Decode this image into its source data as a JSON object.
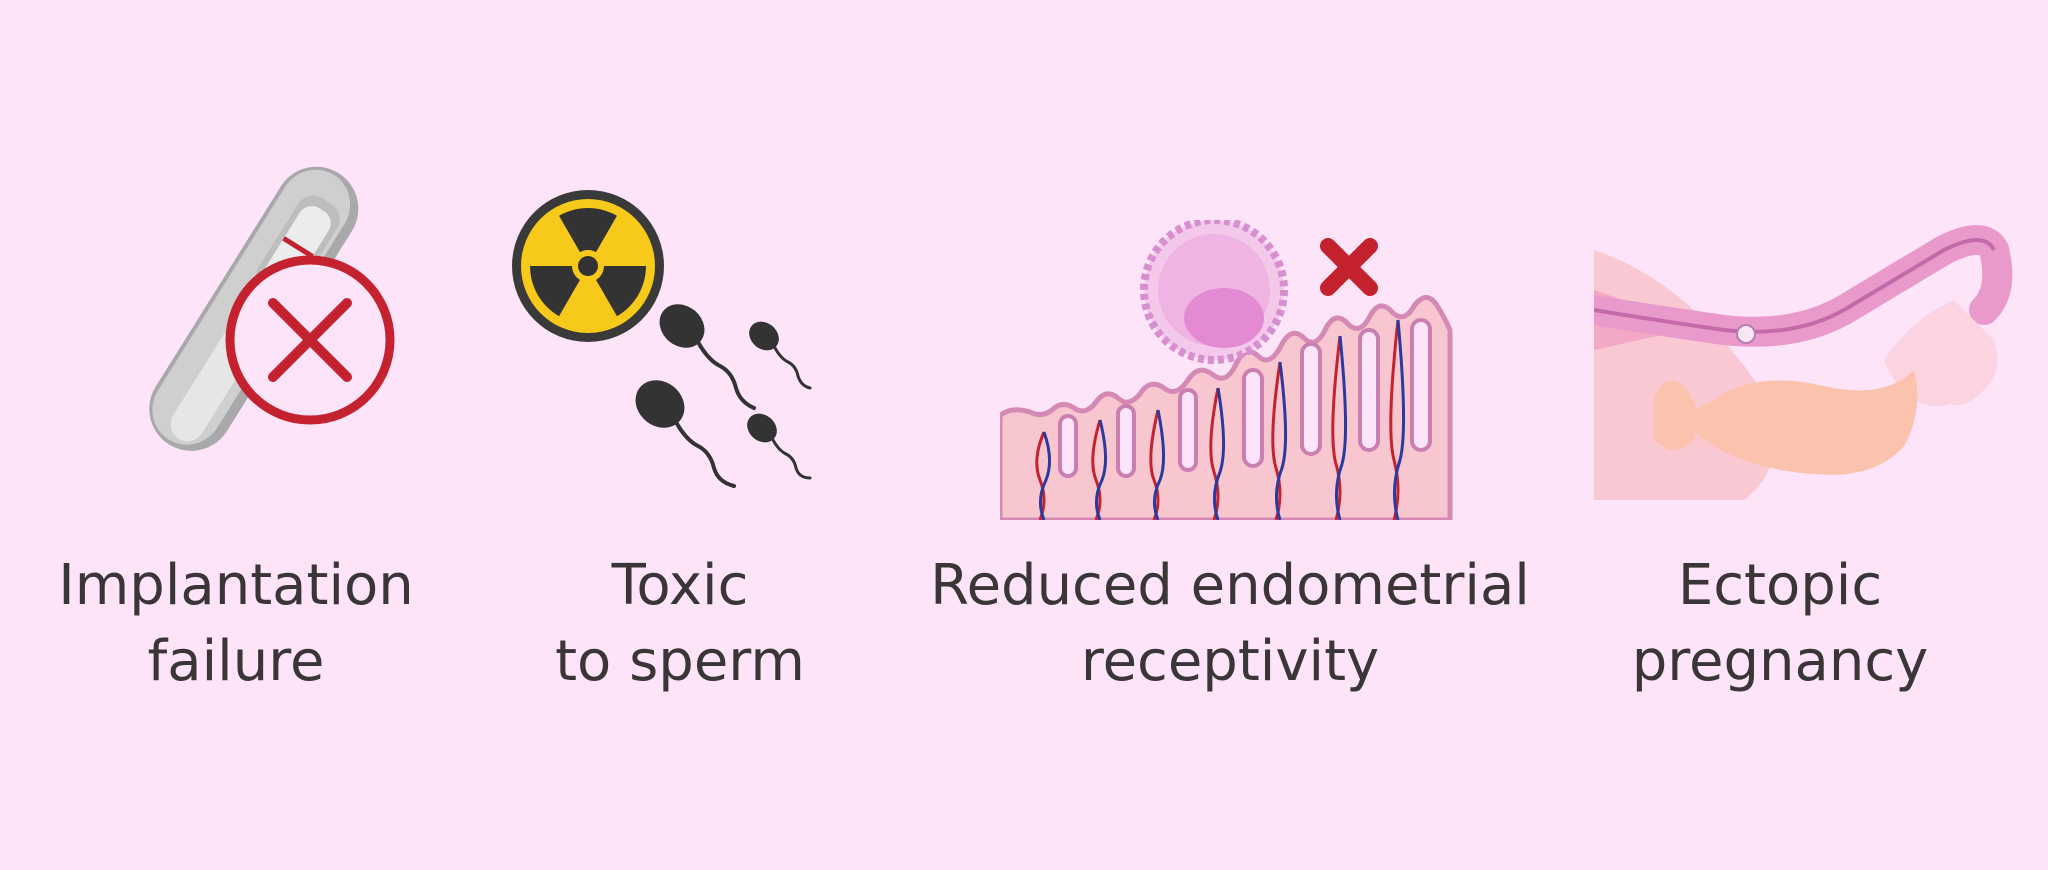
{
  "items": [
    {
      "line1": "Implantation",
      "line2": "failure",
      "icon": "pregnancy-test-with-cross-icon"
    },
    {
      "line1": "Toxic",
      "line2": "to sperm",
      "icon": "radiation-and-sperm-icon"
    },
    {
      "line1": "Reduced endometrial",
      "line2": "receptivity",
      "icon": "embryo-and-endometrium-icon"
    },
    {
      "line1": "Ectopic",
      "line2": "pregnancy",
      "icon": "fallopian-tube-ectopic-icon"
    }
  ],
  "colors": {
    "background": "#fde4f9",
    "text": "#3a3536",
    "cross_red": "#c4222f",
    "radiation_yellow": "#f6c91a",
    "dark": "#333333"
  }
}
